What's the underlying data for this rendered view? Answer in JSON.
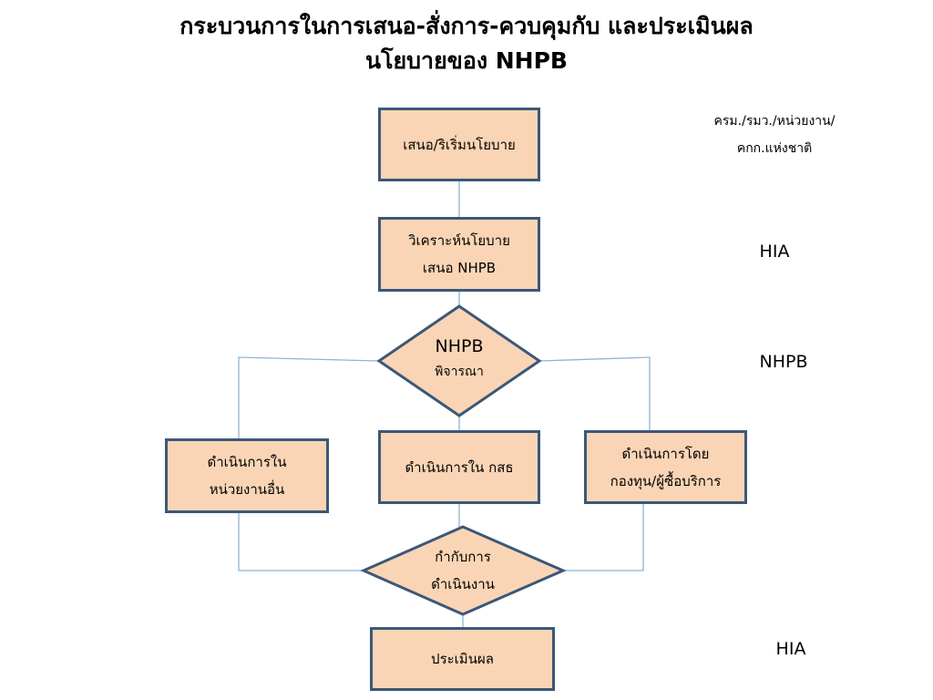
{
  "title": {
    "line1": "กระบวนการในการเสนอ-สั่งการ-ควบคุมกับ และประเมินผล",
    "line2": "นโยบายของ NHPB"
  },
  "nodes": {
    "propose": {
      "line1": "เสนอ/ริเริ่มนโยบาย"
    },
    "analyze": {
      "line1": "วิเคราะห์นโยบาย",
      "line2": "เสนอ NHPB"
    },
    "consider": {
      "line1": "NHPB",
      "line2": "พิจารณา"
    },
    "other_agency": {
      "line1": "ดำเนินการใน",
      "line2": "หน่วยงานอื่น"
    },
    "thaihealth": {
      "line1": "ดำเนินการใน กสธ"
    },
    "fund": {
      "line1": "ดำเนินการโดย",
      "line2": "กองทุน/ผู้ซื้อบริการ"
    },
    "monitor": {
      "line1": "กำกับการ",
      "line2": "ดำเนินงาน"
    },
    "evaluate": {
      "line1": "ประเมินผล"
    }
  },
  "side_labels": {
    "actors_line1": "ครม./รมว./หน่วยงาน/",
    "actors_line2": "คกก.แห่งชาติ",
    "hia_top": "HIA",
    "nhpb": "NHPB",
    "hia_bottom": "HIA"
  },
  "colors": {
    "box_fill": "#fad5b5",
    "box_border": "#3b5878",
    "connector": "#8fb3d6"
  }
}
